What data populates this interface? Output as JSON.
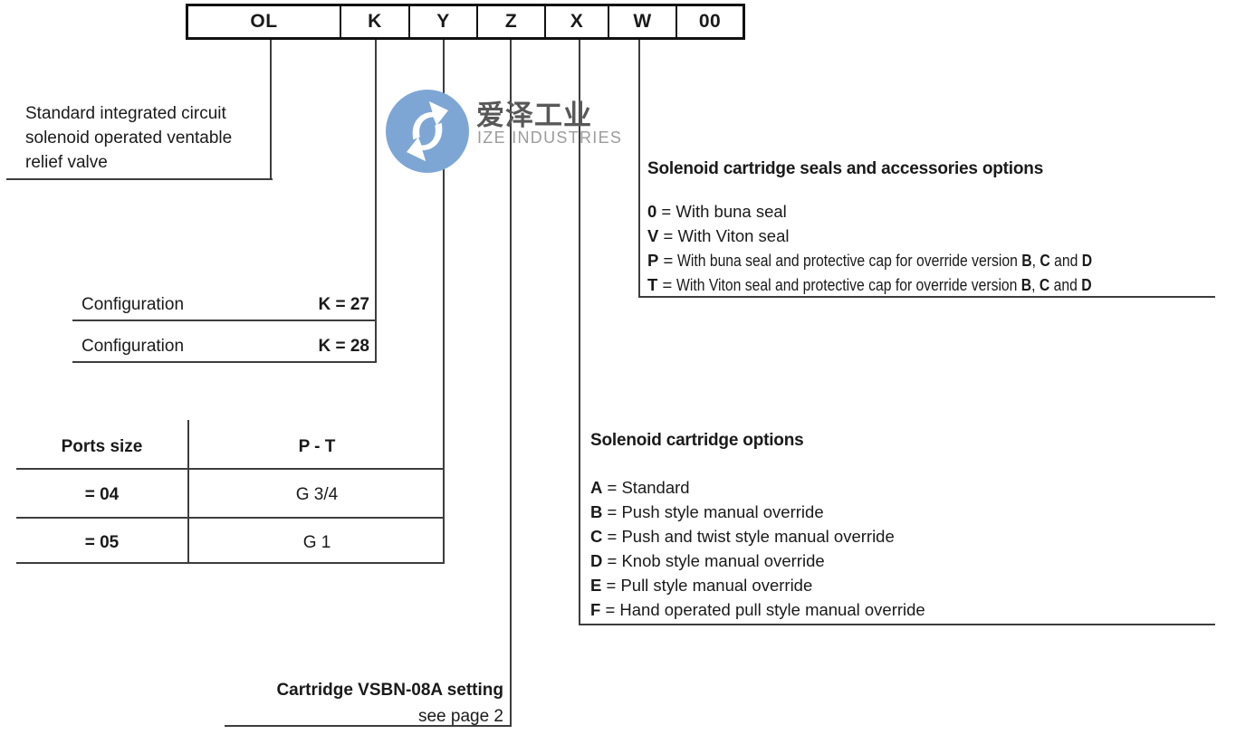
{
  "model_code": {
    "segments": [
      {
        "label": "OL"
      },
      {
        "label": "K"
      },
      {
        "label": "Y"
      },
      {
        "label": "Z"
      },
      {
        "label": "X"
      },
      {
        "label": "W"
      },
      {
        "label": "00"
      }
    ]
  },
  "description": {
    "lines": [
      "Standard integrated circuit",
      "solenoid operated ventable",
      "relief valve"
    ]
  },
  "configuration": {
    "rows": [
      {
        "label": "Configuration",
        "value": "K = 27"
      },
      {
        "label": "Configuration",
        "value": "K = 28"
      }
    ]
  },
  "ports_table": {
    "headers": {
      "col1": "Ports size",
      "col2": "P - T"
    },
    "rows": [
      {
        "size": "= 04",
        "pt": "G 3/4"
      },
      {
        "size": "= 05",
        "pt": "G 1"
      }
    ]
  },
  "seals_options": {
    "title": "Solenoid cartridge seals and accessories options",
    "items": [
      {
        "key": "0",
        "sep": " = ",
        "text": "With buna seal"
      },
      {
        "key": "V",
        "sep": " = ",
        "text": "With Viton seal"
      },
      {
        "key": "P",
        "sep": " = ",
        "text": "With buna seal and protective cap for override version ",
        "b1": "B",
        "t1": ", ",
        "b2": "C",
        "t2": " and ",
        "b3": "D"
      },
      {
        "key": "T",
        "sep": " = ",
        "text": "With Viton seal and protective cap for override version ",
        "b1": "B",
        "t1": ", ",
        "b2": "C",
        "t2": " and ",
        "b3": "D"
      }
    ]
  },
  "cartridge_options": {
    "title": "Solenoid cartridge options",
    "items": [
      {
        "key": "A",
        "sep": " = ",
        "text": "Standard"
      },
      {
        "key": "B",
        "sep": " = ",
        "text": "Push style manual override"
      },
      {
        "key": "C",
        "sep": " = ",
        "text": "Push and twist style manual override"
      },
      {
        "key": "D",
        "sep": " = ",
        "text": "Knob style manual override"
      },
      {
        "key": "E",
        "sep": " = ",
        "text": "Pull style manual override"
      },
      {
        "key": "F",
        "sep": " = ",
        "text": "Hand operated pull style manual override"
      }
    ]
  },
  "cartridge_setting": {
    "title": "Cartridge VSBN-08A setting",
    "subtitle": "see page 2"
  },
  "logo": {
    "chinese": "爱泽工业",
    "latin": "IZE INDUSTRIES",
    "circle_color": "#7EA6D5",
    "chinese_color": "#585858",
    "latin_color": "#9C9C9C"
  },
  "colors": {
    "text": "#1a1a1a",
    "line": "#3d3d3d",
    "box_border": "#111111"
  }
}
